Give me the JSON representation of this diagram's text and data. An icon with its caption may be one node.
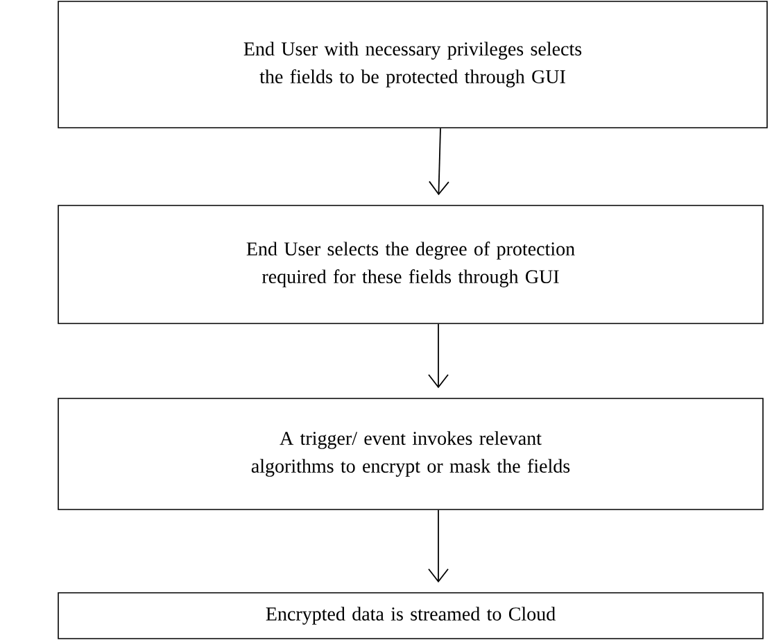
{
  "diagram": {
    "nodes": [
      {
        "text": [
          "End User with necessary privileges selects the fields to be protected through GUI"
        ]
      },
      {
        "text": [
          "End User selects the degree of protection required for these fields through GUI"
        ]
      },
      {
        "text": [
          "A trigger/ event invokes relevant algorithms to encrypt or mask the fields"
        ]
      },
      {
        "text": [
          "Encrypted data is streamed to Cloud"
        ]
      }
    ],
    "edges": [
      {
        "from": 0,
        "to": 1,
        "arrow": "to"
      },
      {
        "from": 1,
        "to": 2,
        "arrow": "to"
      },
      {
        "from": 2,
        "to": 3,
        "arrow": "to"
      }
    ]
  }
}
